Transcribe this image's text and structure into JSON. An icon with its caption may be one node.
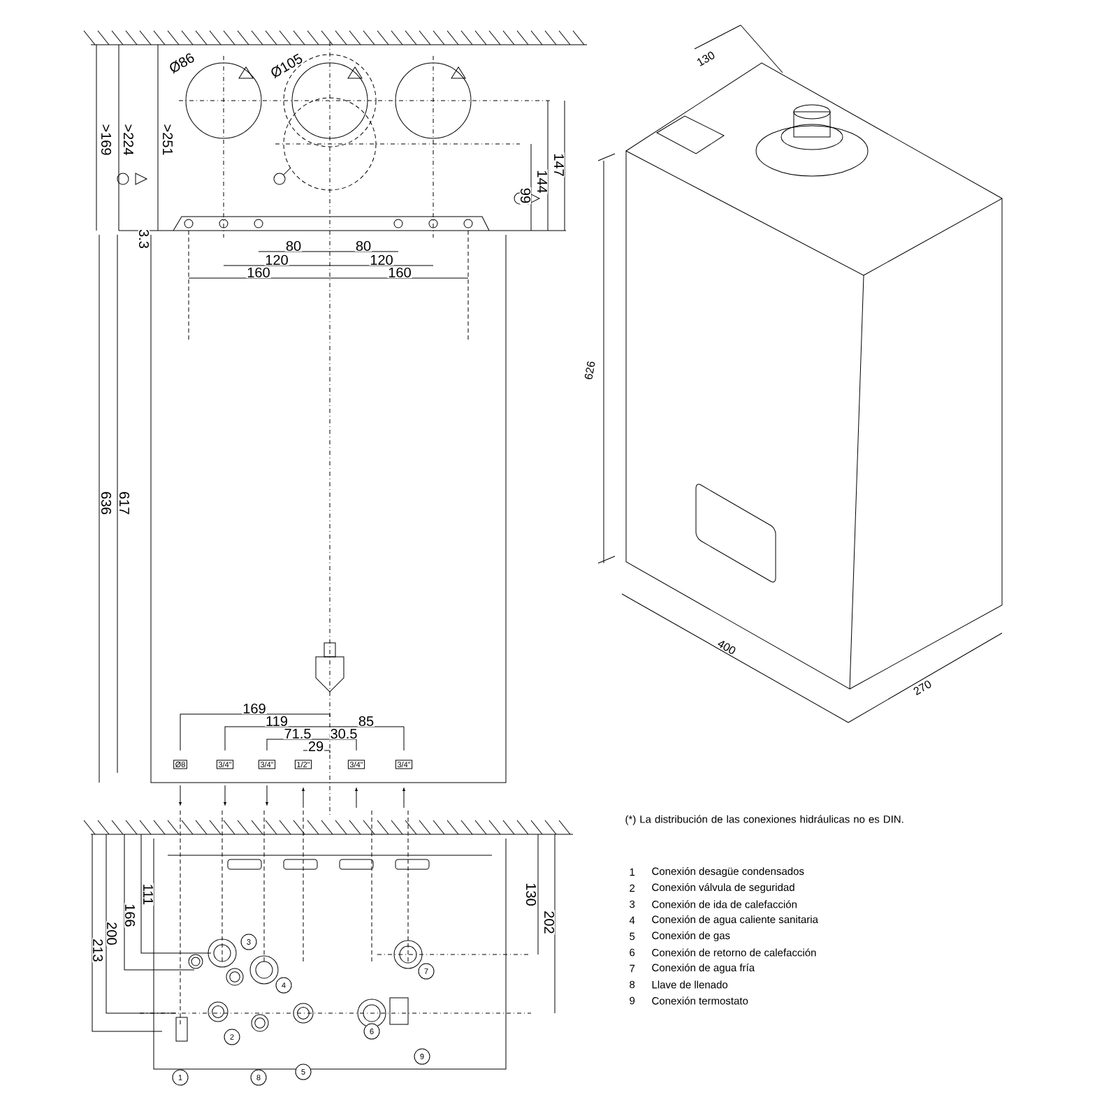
{
  "diagram": {
    "nodes": [
      {
        "text": [
          "Ø8"
        ]
      },
      {
        "text": [
          "3/4\""
        ]
      },
      {
        "text": [
          "3/4\""
        ]
      },
      {
        "text": [
          "1/2\""
        ]
      },
      {
        "text": [
          "3/4\""
        ]
      },
      {
        "text": [
          "3/4\""
        ]
      },
      {
        "text": [
          "1"
        ]
      },
      {
        "text": [
          "8"
        ]
      },
      {
        "text": [
          "5"
        ]
      },
      {
        "text": [
          "9"
        ]
      },
      {
        "text": [
          "3"
        ]
      },
      {
        "text": [
          "4"
        ]
      },
      {
        "text": [
          "7"
        ]
      },
      {
        "text": [
          "2"
        ]
      },
      {
        "text": [
          "6"
        ]
      }
    ],
    "edges": [],
    "labels": [
      "Ø86",
      "Ø105",
      ">169",
      ">224",
      ">251",
      "99",
      "144",
      "147",
      "3.3",
      "80",
      "80",
      "120",
      "120",
      "160",
      "160",
      "636",
      "617",
      "169",
      "119",
      "85",
      "71.5",
      "30.5",
      "29",
      "111",
      "166",
      "200",
      "213",
      "130",
      "202",
      "130",
      "626",
      "400",
      "270",
      "(*) La distribución de las conexiones hidráulicas no es DIN.",
      "1",
      "Conexión desagüe condensados",
      "2",
      "Conexión válvula de seguridad",
      "3",
      "Conexión de ida de calefacción",
      "4",
      "Conexión de agua caliente sanitaria",
      "5",
      "Conexión de gas",
      "6",
      "Conexión de retorno de calefacción",
      "7",
      "Conexión de agua fría",
      "8",
      "Llave de llenado",
      "9",
      "Conexión termostato"
    ]
  }
}
